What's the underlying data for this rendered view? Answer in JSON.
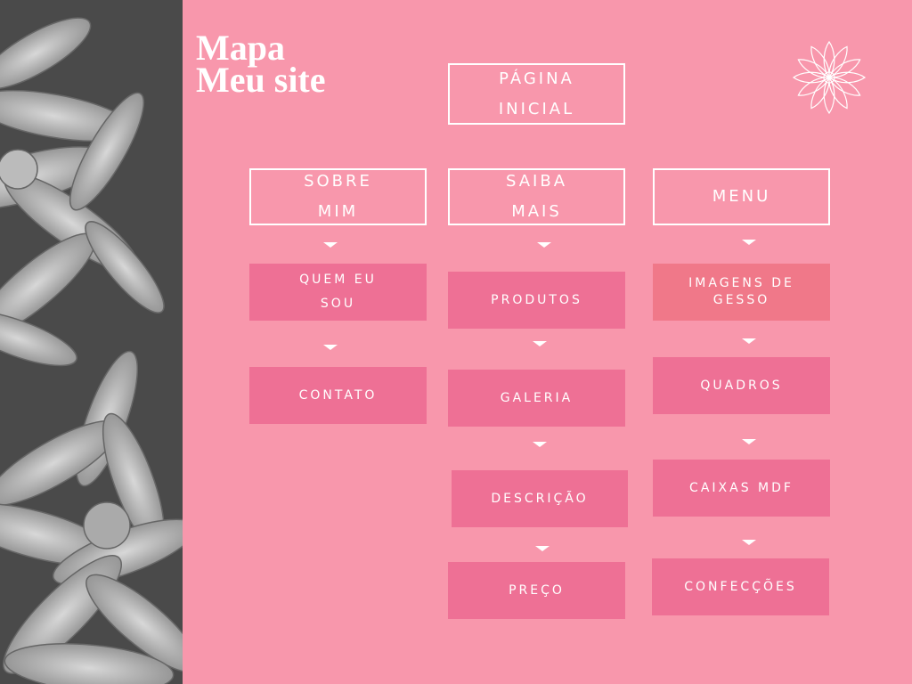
{
  "title": {
    "line1": "Mapa",
    "line2": "Meu site"
  },
  "root": "PÁGINA\nINICIAL",
  "columns": [
    {
      "header": "SOBRE\nMIM",
      "items": [
        "QUEM EU\nSOU",
        "CONTATO"
      ]
    },
    {
      "header": "SAIBA\nMAIS",
      "items": [
        "PRODUTOS",
        "GALERIA",
        "DESCRIÇÃO",
        "PREÇO"
      ]
    },
    {
      "header": "MENU",
      "items": [
        "IMAGENS DE\nGESSO",
        "QUADROS",
        "CAIXAS MDF",
        "CONFECÇÕES"
      ]
    }
  ],
  "colors": {
    "background": "#f897ac",
    "box": "#ee7095",
    "box_alt": "#f07889",
    "outline": "#ffffff"
  },
  "icons": {
    "decoration": "lotus-icon",
    "photo": "dahlia-flower-photo"
  }
}
